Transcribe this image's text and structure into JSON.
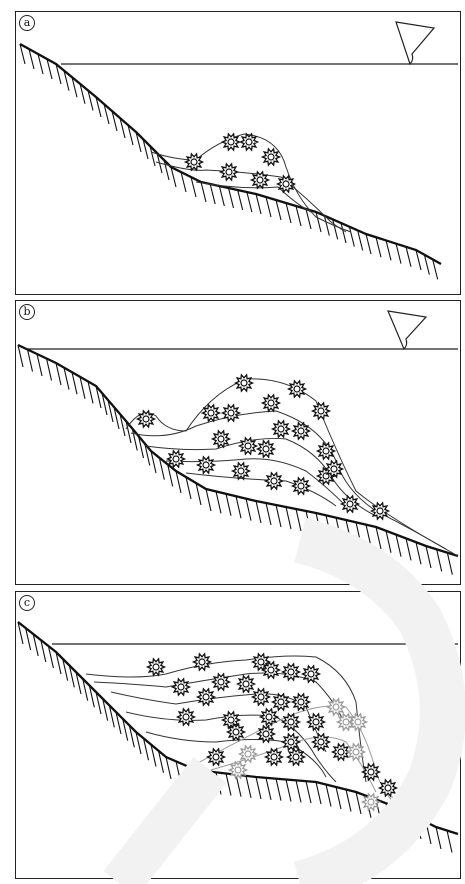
{
  "panels": [
    {
      "id": "a",
      "label": "a"
    },
    {
      "id": "b",
      "label": "b"
    },
    {
      "id": "c",
      "label": "c"
    }
  ]
}
